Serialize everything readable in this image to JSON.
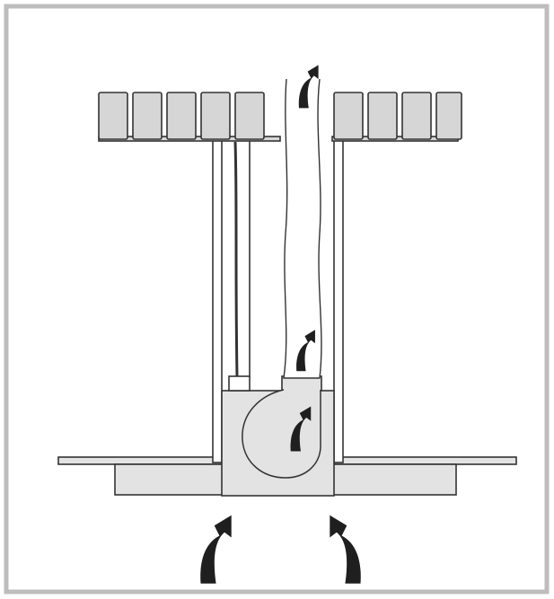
{
  "diagram": {
    "type": "ventilation-airflow-schematic",
    "icons": [
      "frame-border",
      "top-grille-blocks",
      "vertical-duct",
      "flexible-exhaust-hose",
      "cable",
      "fan-housing",
      "centrifugal-fan-scroll",
      "ceiling-panel",
      "extractor-hood-base",
      "airflow-arrow-icon"
    ],
    "colors": {
      "frame": "#bdbdbd",
      "outline": "#333333",
      "grille_fill": "#d6d6d6",
      "housing_fill": "#e3e3e3",
      "arrow": "#1f1f1f",
      "background": "#ffffff"
    },
    "airflow": {
      "direction": "upward",
      "arrow_count": 5
    }
  }
}
